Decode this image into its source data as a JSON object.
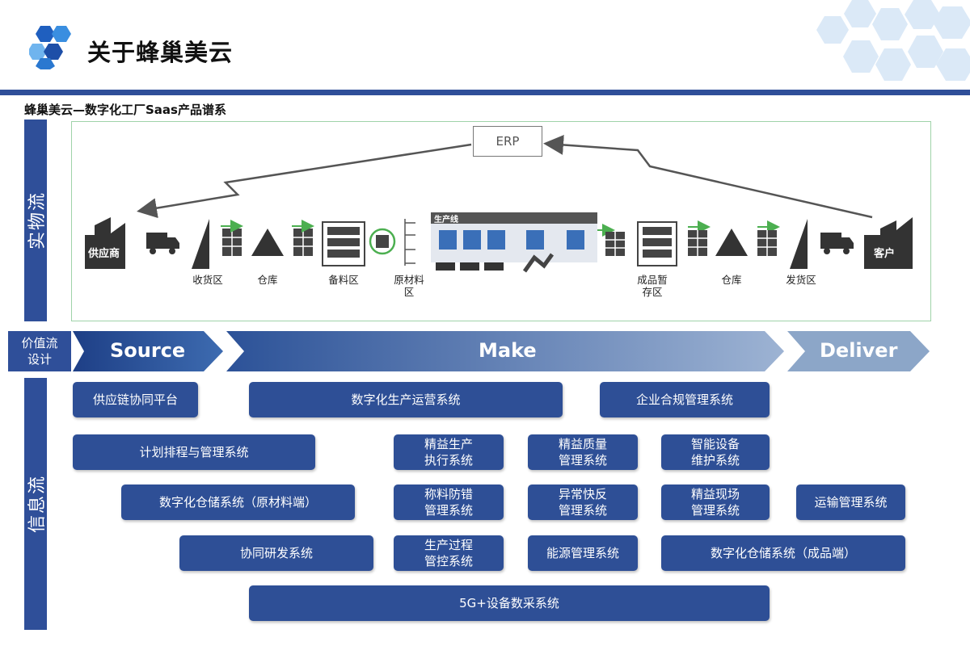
{
  "header": {
    "title": "关于蜂巢美云",
    "subtitle": "蜂巢美云—数字化工厂Saas产品谱系"
  },
  "side_labels": {
    "physical_flow": "实物流",
    "info_flow": "信息流"
  },
  "physical_flow": {
    "erp": "ERP",
    "supplier": "供应商",
    "customer": "客户",
    "production_line": "生产线",
    "stations": [
      {
        "id": "receiving",
        "label": "收货区"
      },
      {
        "id": "warehouse_in",
        "label": "仓库"
      },
      {
        "id": "staging",
        "label": "备料区"
      },
      {
        "id": "raw_material",
        "label": "原材料区"
      },
      {
        "id": "finished_temp",
        "label": "成品暂存区"
      },
      {
        "id": "warehouse_out",
        "label": "仓库"
      },
      {
        "id": "shipping",
        "label": "发货区"
      }
    ]
  },
  "value_chain": {
    "label_line1": "价值流",
    "label_line2": "设计",
    "stages": [
      "Source",
      "Make",
      "Deliver"
    ]
  },
  "systems": {
    "scm": "供应链协同平台",
    "mom": "数字化生产运营系统",
    "compliance": "企业合规管理系统",
    "aps": "计划排程与管理系统",
    "mes_line1": "精益生产",
    "mes_line2": "执行系统",
    "qms_line1": "精益质量",
    "qms_line2": "管理系统",
    "eam_line1": "智能设备",
    "eam_line2": "维护系统",
    "wms_raw": "数字化仓储系统（原材料端）",
    "weigh_line1": "称料防错",
    "weigh_line2": "管理系统",
    "andon_line1": "异常快反",
    "andon_line2": "管理系统",
    "site_line1": "精益现场",
    "site_line2": "管理系统",
    "tms": "运输管理系统",
    "plm": "协同研发系统",
    "process_line1": "生产过程",
    "process_line2": "管控系统",
    "ems": "能源管理系统",
    "wms_finished": "数字化仓储系统（成品端）",
    "iot": "5G+设备数采系统"
  },
  "colors": {
    "brand_blue": "#2e4f96",
    "chevron_light": "#8ca6c8",
    "flow_green": "#4caf50",
    "panel_border": "#9fd3a9"
  }
}
